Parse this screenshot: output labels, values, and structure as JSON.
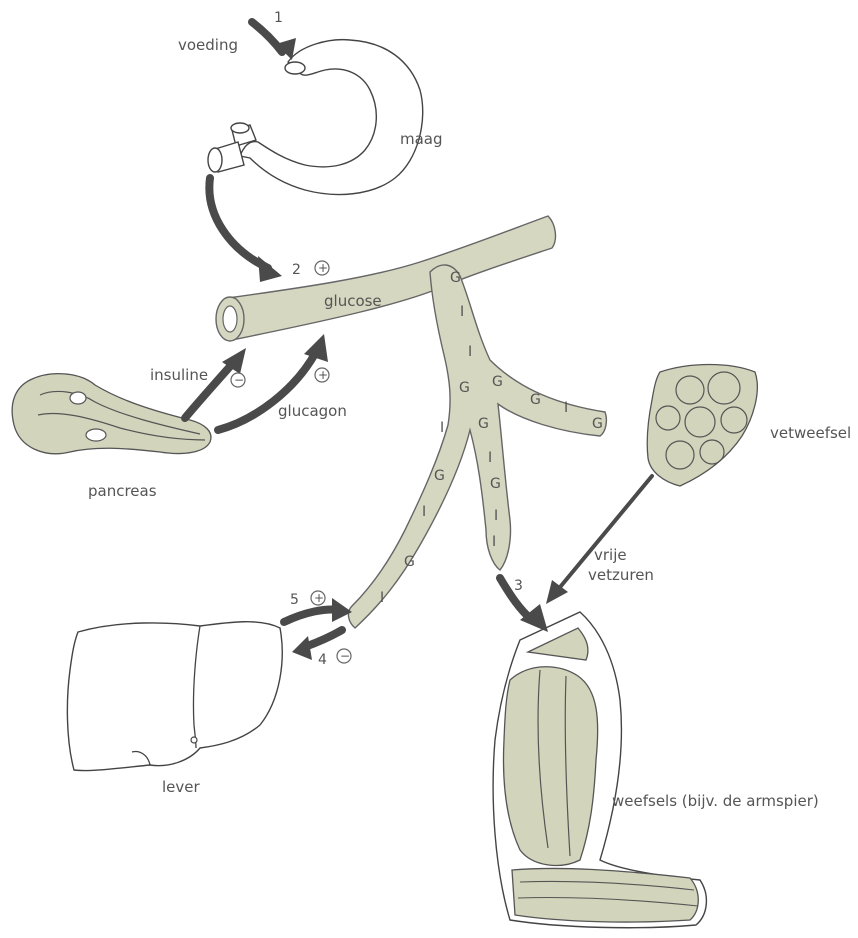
{
  "labels": {
    "voeding": "voeding",
    "maag": "maag",
    "glucose": "glucose",
    "insuline": "insuline",
    "glucagon": "glucagon",
    "pancreas": "pancreas",
    "vetweefsel": "vetweefsel",
    "vrije": "vrije",
    "vetzuren": "vetzuren",
    "lever": "lever",
    "weefsels": "weefsels (bijv. de armspier)"
  },
  "steps": {
    "s1": "1",
    "s2": "2",
    "s3": "3",
    "s4": "4",
    "s5": "5"
  },
  "signs": {
    "plus": "+",
    "minus": "−"
  },
  "vessel_letters": {
    "g": "G",
    "i": "I"
  },
  "colors": {
    "tissue": "#d3d4bc",
    "arrow": "#4a4a4a",
    "text": "#555555"
  }
}
